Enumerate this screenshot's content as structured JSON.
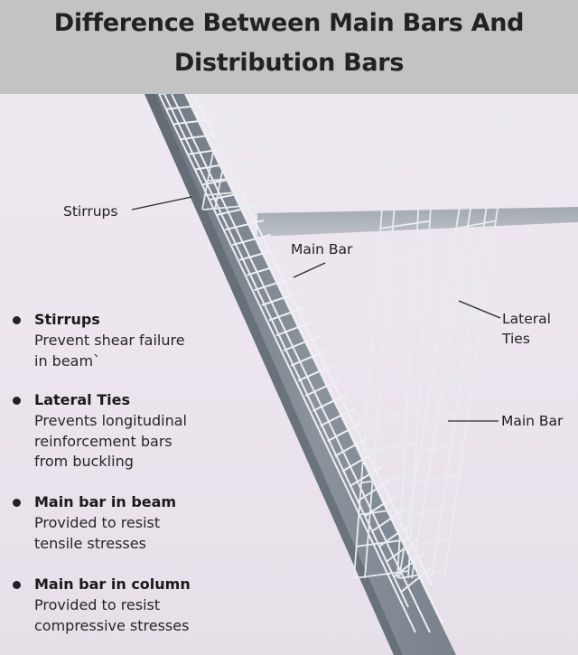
{
  "title": {
    "line1": "Difference Between Main Bars And",
    "line2": "Distribution Bars"
  },
  "callouts": {
    "stirrups": "Stirrups",
    "main_bar_beam": "Main Bar",
    "lateral_ties_1": "Lateral",
    "lateral_ties_2": "Ties",
    "main_bar_column": "Main Bar"
  },
  "legend": [
    {
      "title": "Stirrups",
      "desc_lines": [
        "Prevent shear failure",
        "in beam`"
      ]
    },
    {
      "title": "Lateral Ties",
      "desc_lines": [
        "Prevents longitudinal",
        "reinforcement bars",
        "from buckling"
      ]
    },
    {
      "title": "Main bar in beam",
      "desc_lines": [
        "Provided to resist",
        "tensile stresses"
      ]
    },
    {
      "title": "Main bar in column",
      "desc_lines": [
        "Provided to resist",
        "compressive stresses"
      ]
    }
  ],
  "colors": {
    "header_bg": "#c3c3c3",
    "background": "#ece6ee",
    "beam_concrete": "#7d8690",
    "rebar": "#eef0f3",
    "text": "#1f1f1f"
  }
}
